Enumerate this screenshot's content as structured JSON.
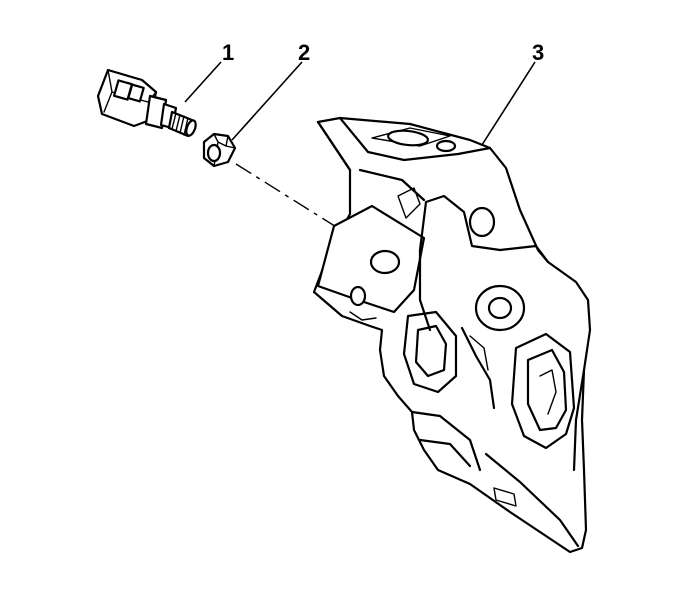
{
  "callouts": {
    "c1": "1",
    "c2": "2",
    "c3": "3"
  },
  "parts": {
    "switch": "switch-icon",
    "nut": "nut-icon",
    "bracket": "pedal-bracket-icon"
  },
  "colors": {
    "ink": "#000000",
    "paper": "#ffffff"
  }
}
